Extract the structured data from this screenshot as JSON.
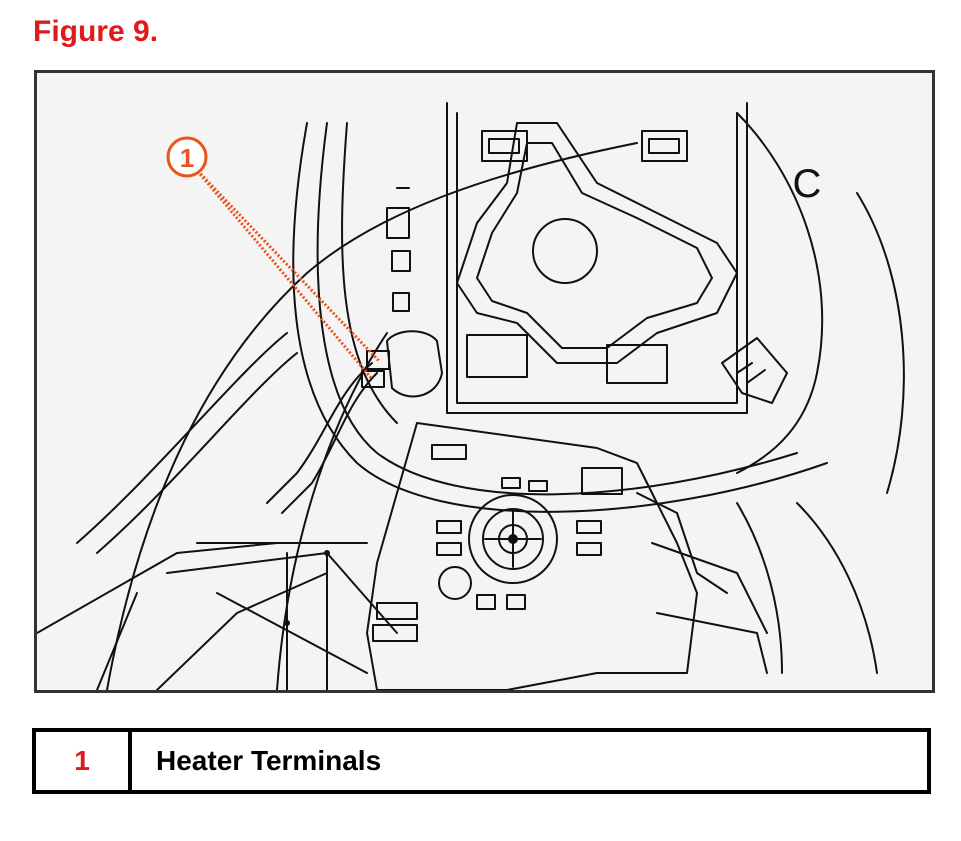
{
  "figure": {
    "title": "Figure 9."
  },
  "callout": {
    "number": "1"
  },
  "diagram": {
    "corner_letter": "C"
  },
  "legend": {
    "rows": [
      {
        "number": "1",
        "label": "Heater Terminals"
      }
    ]
  },
  "colors": {
    "accent_red": "#e01a1a",
    "callout_orange": "#e8541c",
    "line": "#111111",
    "frame": "#333333"
  }
}
